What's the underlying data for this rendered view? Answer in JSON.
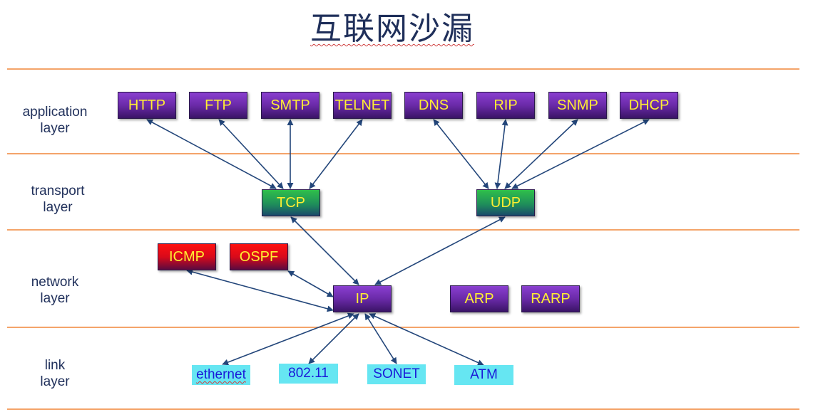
{
  "title": "互联网沙漏",
  "layers": {
    "application": "application layer",
    "transport": "transport layer",
    "network": "network layer",
    "link": "link layer"
  },
  "layer_lines": {
    "application": [
      "application",
      "layer"
    ],
    "transport": [
      "transport",
      "layer"
    ],
    "network": [
      "network",
      "layer"
    ],
    "link": [
      "link",
      "layer"
    ]
  },
  "protocols": {
    "application": [
      "HTTP",
      "FTP",
      "SMTP",
      "TELNET",
      "DNS",
      "RIP",
      "SNMP",
      "DHCP"
    ],
    "transport": [
      "TCP",
      "UDP"
    ],
    "network": [
      "ICMP",
      "OSPF",
      "IP",
      "ARP",
      "RARP"
    ],
    "link": [
      "ethernet",
      "802.11",
      "SONET",
      "ATM"
    ]
  },
  "colors": {
    "application_box": "#6a2aa8",
    "transport_box": "#1f8f5a",
    "routing_box": "#d80a1a",
    "link_box": "#66e6f2",
    "box_text": "#ffee33",
    "link_text": "#1a1ad8",
    "arrow": "#23467a",
    "divider": "#f4a46a"
  },
  "connections": [
    [
      "HTTP",
      "TCP"
    ],
    [
      "FTP",
      "TCP"
    ],
    [
      "SMTP",
      "TCP"
    ],
    [
      "TELNET",
      "TCP"
    ],
    [
      "DNS",
      "UDP"
    ],
    [
      "RIP",
      "UDP"
    ],
    [
      "SNMP",
      "UDP"
    ],
    [
      "DHCP",
      "UDP"
    ],
    [
      "TCP",
      "IP"
    ],
    [
      "UDP",
      "IP"
    ],
    [
      "ICMP",
      "IP"
    ],
    [
      "OSPF",
      "IP"
    ],
    [
      "IP",
      "ethernet"
    ],
    [
      "IP",
      "802.11"
    ],
    [
      "IP",
      "SONET"
    ],
    [
      "IP",
      "ATM"
    ]
  ]
}
